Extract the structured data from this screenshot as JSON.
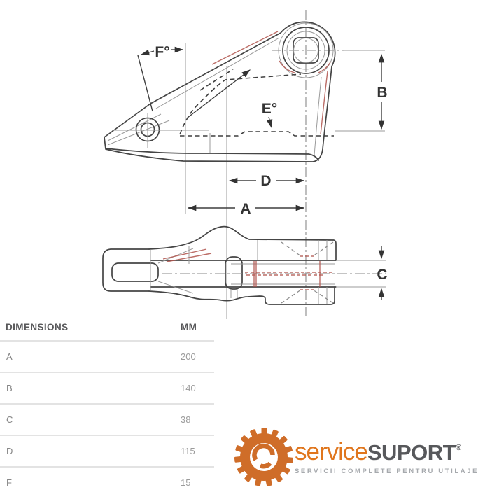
{
  "drawing": {
    "labels": {
      "f": "F°",
      "e": "E°",
      "b": "B",
      "d": "D",
      "a": "A",
      "c": "C"
    }
  },
  "table": {
    "header": {
      "dimensions": "DIMENSIONS",
      "unit": "MM"
    },
    "rows": [
      {
        "dim": "A",
        "mm": "200"
      },
      {
        "dim": "B",
        "mm": "140"
      },
      {
        "dim": "C",
        "mm": "38"
      },
      {
        "dim": "D",
        "mm": "115"
      },
      {
        "dim": "F",
        "mm": "15"
      }
    ]
  },
  "logo": {
    "brand_light": "service",
    "brand_bold": "SUPORT",
    "registered": "®",
    "tagline": "SERVICII COMPLETE PENTRU UTILAJE"
  },
  "colors": {
    "accent_orange": "#d9731f",
    "brand_dark": "#57585b",
    "line_dark": "#454545",
    "line_red": "#b0544c",
    "table_value_gray": "#9b9b9b"
  }
}
